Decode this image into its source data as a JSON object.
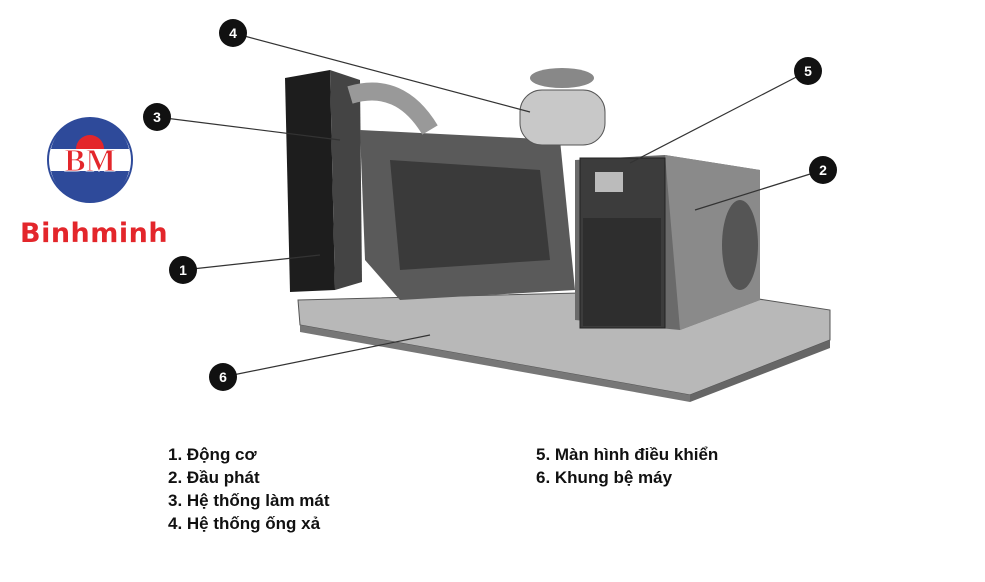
{
  "logo": {
    "monogram": "BM",
    "brand_name": "Binhminh",
    "colors": {
      "red": "#e3262b",
      "blue": "#2e4a9a"
    }
  },
  "callouts": [
    "1",
    "2",
    "3",
    "4",
    "5",
    "6"
  ],
  "legend": {
    "left": [
      "1. Động cơ",
      "2. Đầu phát",
      "3. Hệ thống làm mát",
      "4. Hệ thống ống xả"
    ],
    "right": [
      "5. Màn hình điều khiển",
      "6. Khung bệ máy"
    ]
  }
}
